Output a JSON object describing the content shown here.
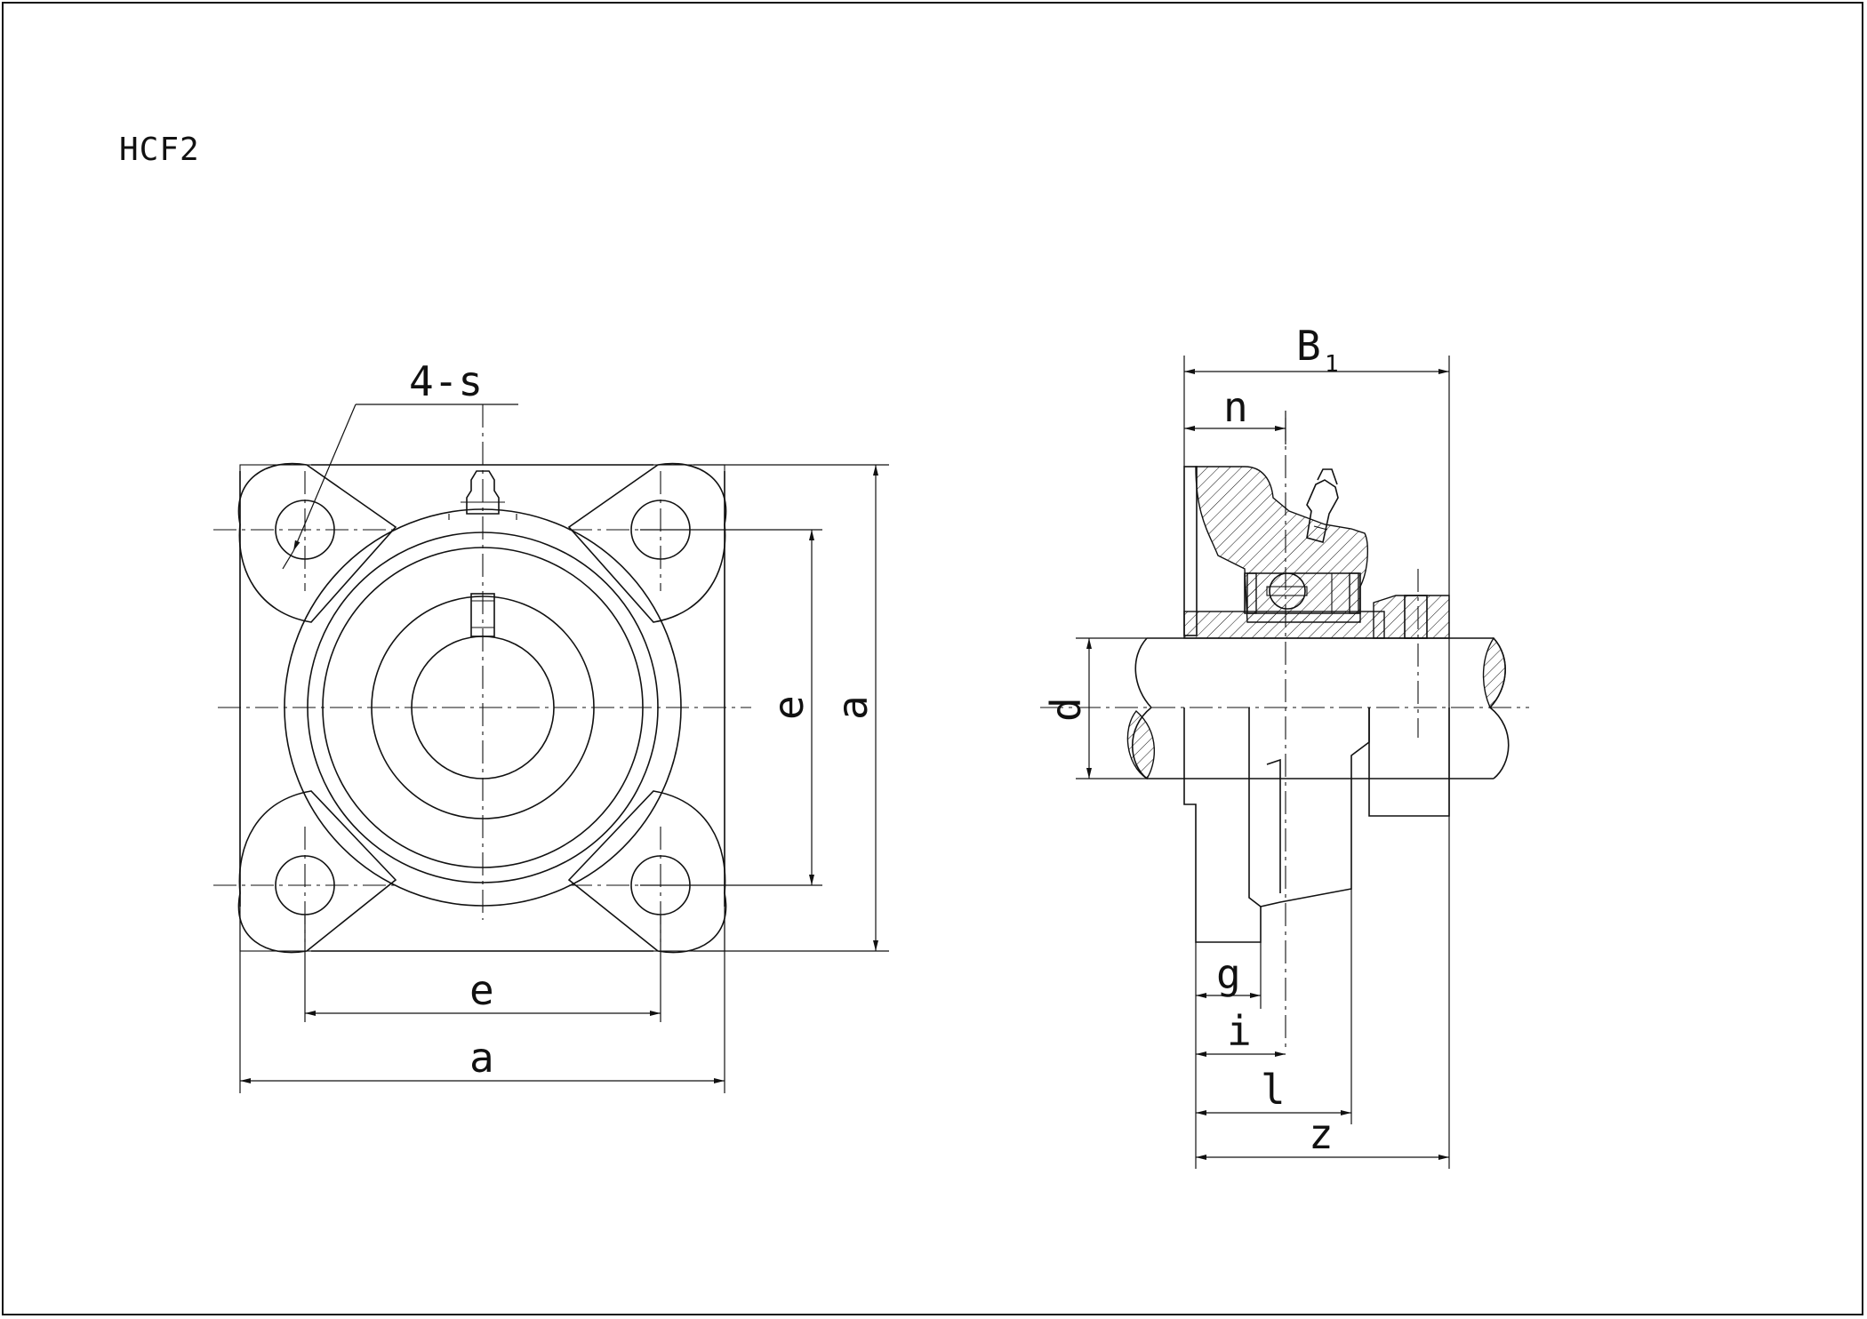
{
  "drawing": {
    "title": "HCF2"
  },
  "front_view": {
    "holes_label": "4-s",
    "width_label_inner": "e",
    "width_label_outer": "a",
    "height_label_inner": "e",
    "height_label_outer": "a"
  },
  "side_view": {
    "width_label": "B",
    "width_label_sub": "1",
    "n_label": "n",
    "d_label": "d",
    "g_label": "g",
    "i_label": "i",
    "l_label": "l",
    "z_label": "z"
  }
}
